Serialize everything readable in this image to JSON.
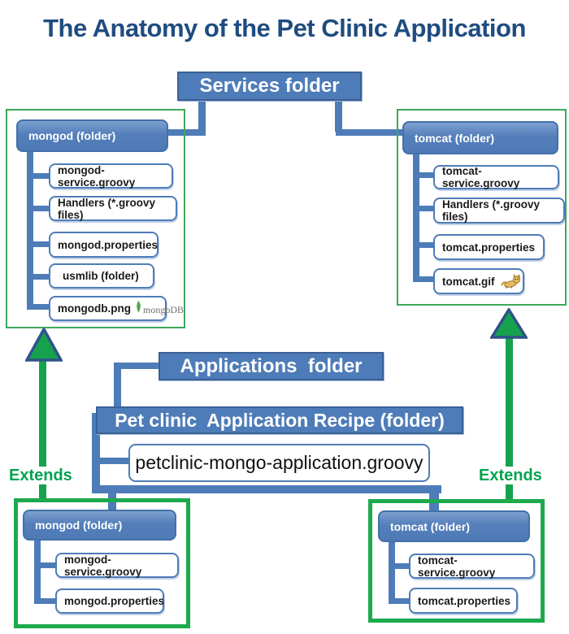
{
  "title": "The Anatomy of the Pet Clinic Application",
  "services_header": "Services folder",
  "applications_header": "Applications  folder",
  "recipe_header": "Pet clinic  Application Recipe (folder)",
  "recipe_file": "petclinic-mongo-application.groovy",
  "labels": {
    "extends_left": "Extends",
    "extends_right": "Extends"
  },
  "service_mongod": {
    "header": "mongod (folder)",
    "children": [
      "mongod-service.groovy",
      "Handlers (*.groovy files)",
      "mongod.properties",
      "usmlib (folder)",
      "mongodb.png"
    ],
    "logo_text": "mongoDB"
  },
  "service_tomcat": {
    "header": "tomcat (folder)",
    "children": [
      "tomcat-service.groovy",
      "Handlers (*.groovy files)",
      "tomcat.properties",
      "tomcat.gif"
    ]
  },
  "recipe_mongod": {
    "header": "mongod (folder)",
    "children": [
      "mongod-service.groovy",
      "mongod.properties"
    ]
  },
  "recipe_tomcat": {
    "header": "tomcat (folder)",
    "children": [
      "tomcat-service.groovy",
      "tomcat.properties"
    ]
  },
  "colors": {
    "accent_blue": "#4E7CB8",
    "title_blue": "#1F4C80",
    "green_border_thin": "#3DA85A",
    "green_border_thick": "#1CAA4D",
    "arrow_green": "#16A24D",
    "extends_green": "#00A44F"
  }
}
